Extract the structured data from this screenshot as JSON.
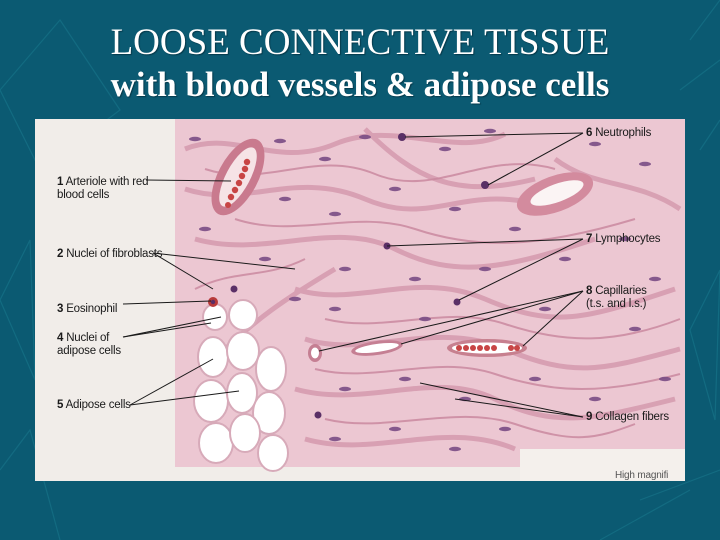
{
  "slide": {
    "title_line1": "LOOSE CONNECTIVE TISSUE",
    "title_line2": "with blood vessels & adipose cells"
  },
  "figure": {
    "labels": [
      {
        "id": "l1",
        "number": "1",
        "text": "Arteriole with red\nblood cells"
      },
      {
        "id": "l2",
        "number": "2",
        "text": "Nuclei of fibroblasts"
      },
      {
        "id": "l3",
        "number": "3",
        "text": "Eosinophil"
      },
      {
        "id": "l4",
        "number": "4",
        "text": "Nuclei of\nadipose cells"
      },
      {
        "id": "l5",
        "number": "5",
        "text": "Adipose cells"
      },
      {
        "id": "l6",
        "number": "6",
        "text": "Neutrophils"
      },
      {
        "id": "l7",
        "number": "7",
        "text": "Lymphocytes"
      },
      {
        "id": "l8",
        "number": "8",
        "text": "Capillaries\n(t.s. and l.s.)"
      },
      {
        "id": "l9",
        "number": "9",
        "text": "Collagen fibers"
      }
    ],
    "caption_fragment": "High magnifi"
  },
  "colors": {
    "slide_background": "#0b5a72",
    "tissue_pink": "#e9c3cf",
    "fiber_pink": "#dca4b6",
    "nucleus_purple": "#6a3c73",
    "rbc_red": "#c33a3a"
  }
}
